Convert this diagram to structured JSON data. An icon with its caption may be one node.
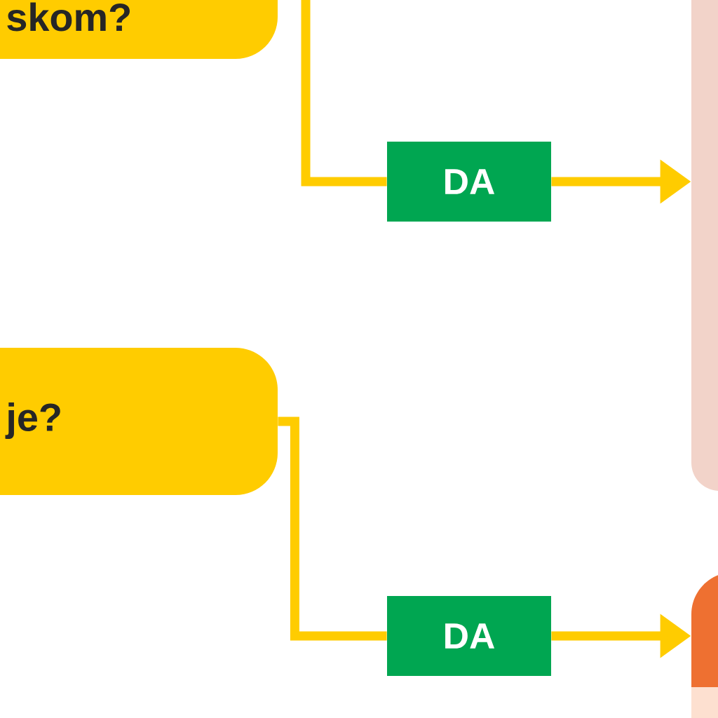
{
  "diagram": {
    "nodes": [
      {
        "text": [
          "skom?"
        ]
      },
      {
        "text": [
          "je?"
        ]
      },
      {
        "text": [
          "DA"
        ]
      },
      {
        "text": [
          "DA"
        ]
      },
      {
        "text": [],
        "shape": "box"
      },
      {
        "text": [],
        "shape": "box"
      }
    ],
    "edges": [
      {
        "from": null,
        "to": 2,
        "arrow": "none"
      },
      {
        "from": 1,
        "to": 3,
        "arrow": "none"
      },
      {
        "from": 2,
        "to": 4,
        "arrow": "to"
      },
      {
        "from": 3,
        "to": 5,
        "arrow": "to"
      }
    ]
  }
}
